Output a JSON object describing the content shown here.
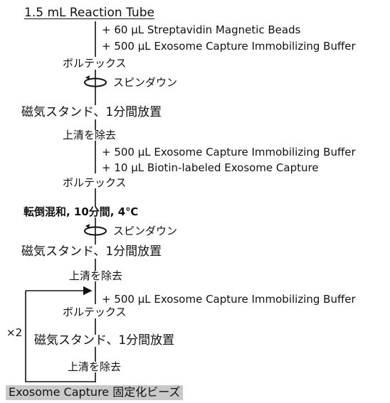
{
  "title": "1.5 mL Reaction Tube",
  "add1": [
    "+ 60 µL Streptavidin Magnetic Beads",
    "+ 500 µL Exosome Capture Immobilizing Buffer"
  ],
  "vortex": "ボルテックス",
  "spindown": "スピンダウン",
  "magnet": "磁気スタンド、1分間放置",
  "remove_supernatant": "上清を除去",
  "add2": [
    "+ 500 µL  Exosome Capture Immobilizing Buffer",
    "+   10 µL  Biotin-labeled Exosome Capture"
  ],
  "mix": "転倒混和, 10分間, 4℃",
  "add3": "+ 500 µL Exosome Capture Immobilizing Buffer",
  "repeat": "×2",
  "final": "Exosome Capture 固定化ビーズ"
}
